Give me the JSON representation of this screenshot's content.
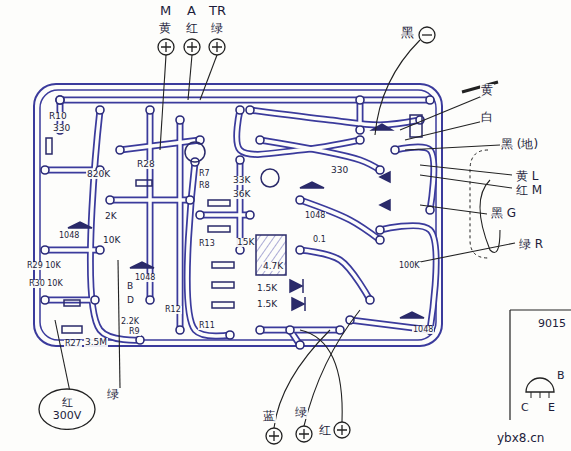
{
  "diagram": {
    "nodes": [
      {
        "text": [
          "红 300V"
        ]
      }
    ],
    "labels": [
      "M",
      "A",
      "TR",
      "黄",
      "红",
      "绿",
      "黑",
      "黄",
      "白",
      "黑 (地)",
      "黄 L",
      "红 M",
      "黑 G",
      "绿 R",
      "9015",
      "C",
      "B",
      "E",
      "R10",
      "330",
      "820K",
      "R28",
      "2K",
      "10K",
      "R7",
      "R8",
      "33K",
      "36K",
      "R13",
      "15K",
      "1048",
      "1048",
      "1048",
      "1048",
      "R29 10K",
      "R30 10K",
      "R27",
      "3.5M",
      "2.2K",
      "R12",
      "R11",
      "1.5K",
      "1.5K",
      "4.7K",
      "330",
      "100K",
      "D",
      "B",
      "绿",
      "蓝",
      "绿",
      "红",
      "ybx8.cn",
      "0.1",
      "R9"
    ]
  }
}
